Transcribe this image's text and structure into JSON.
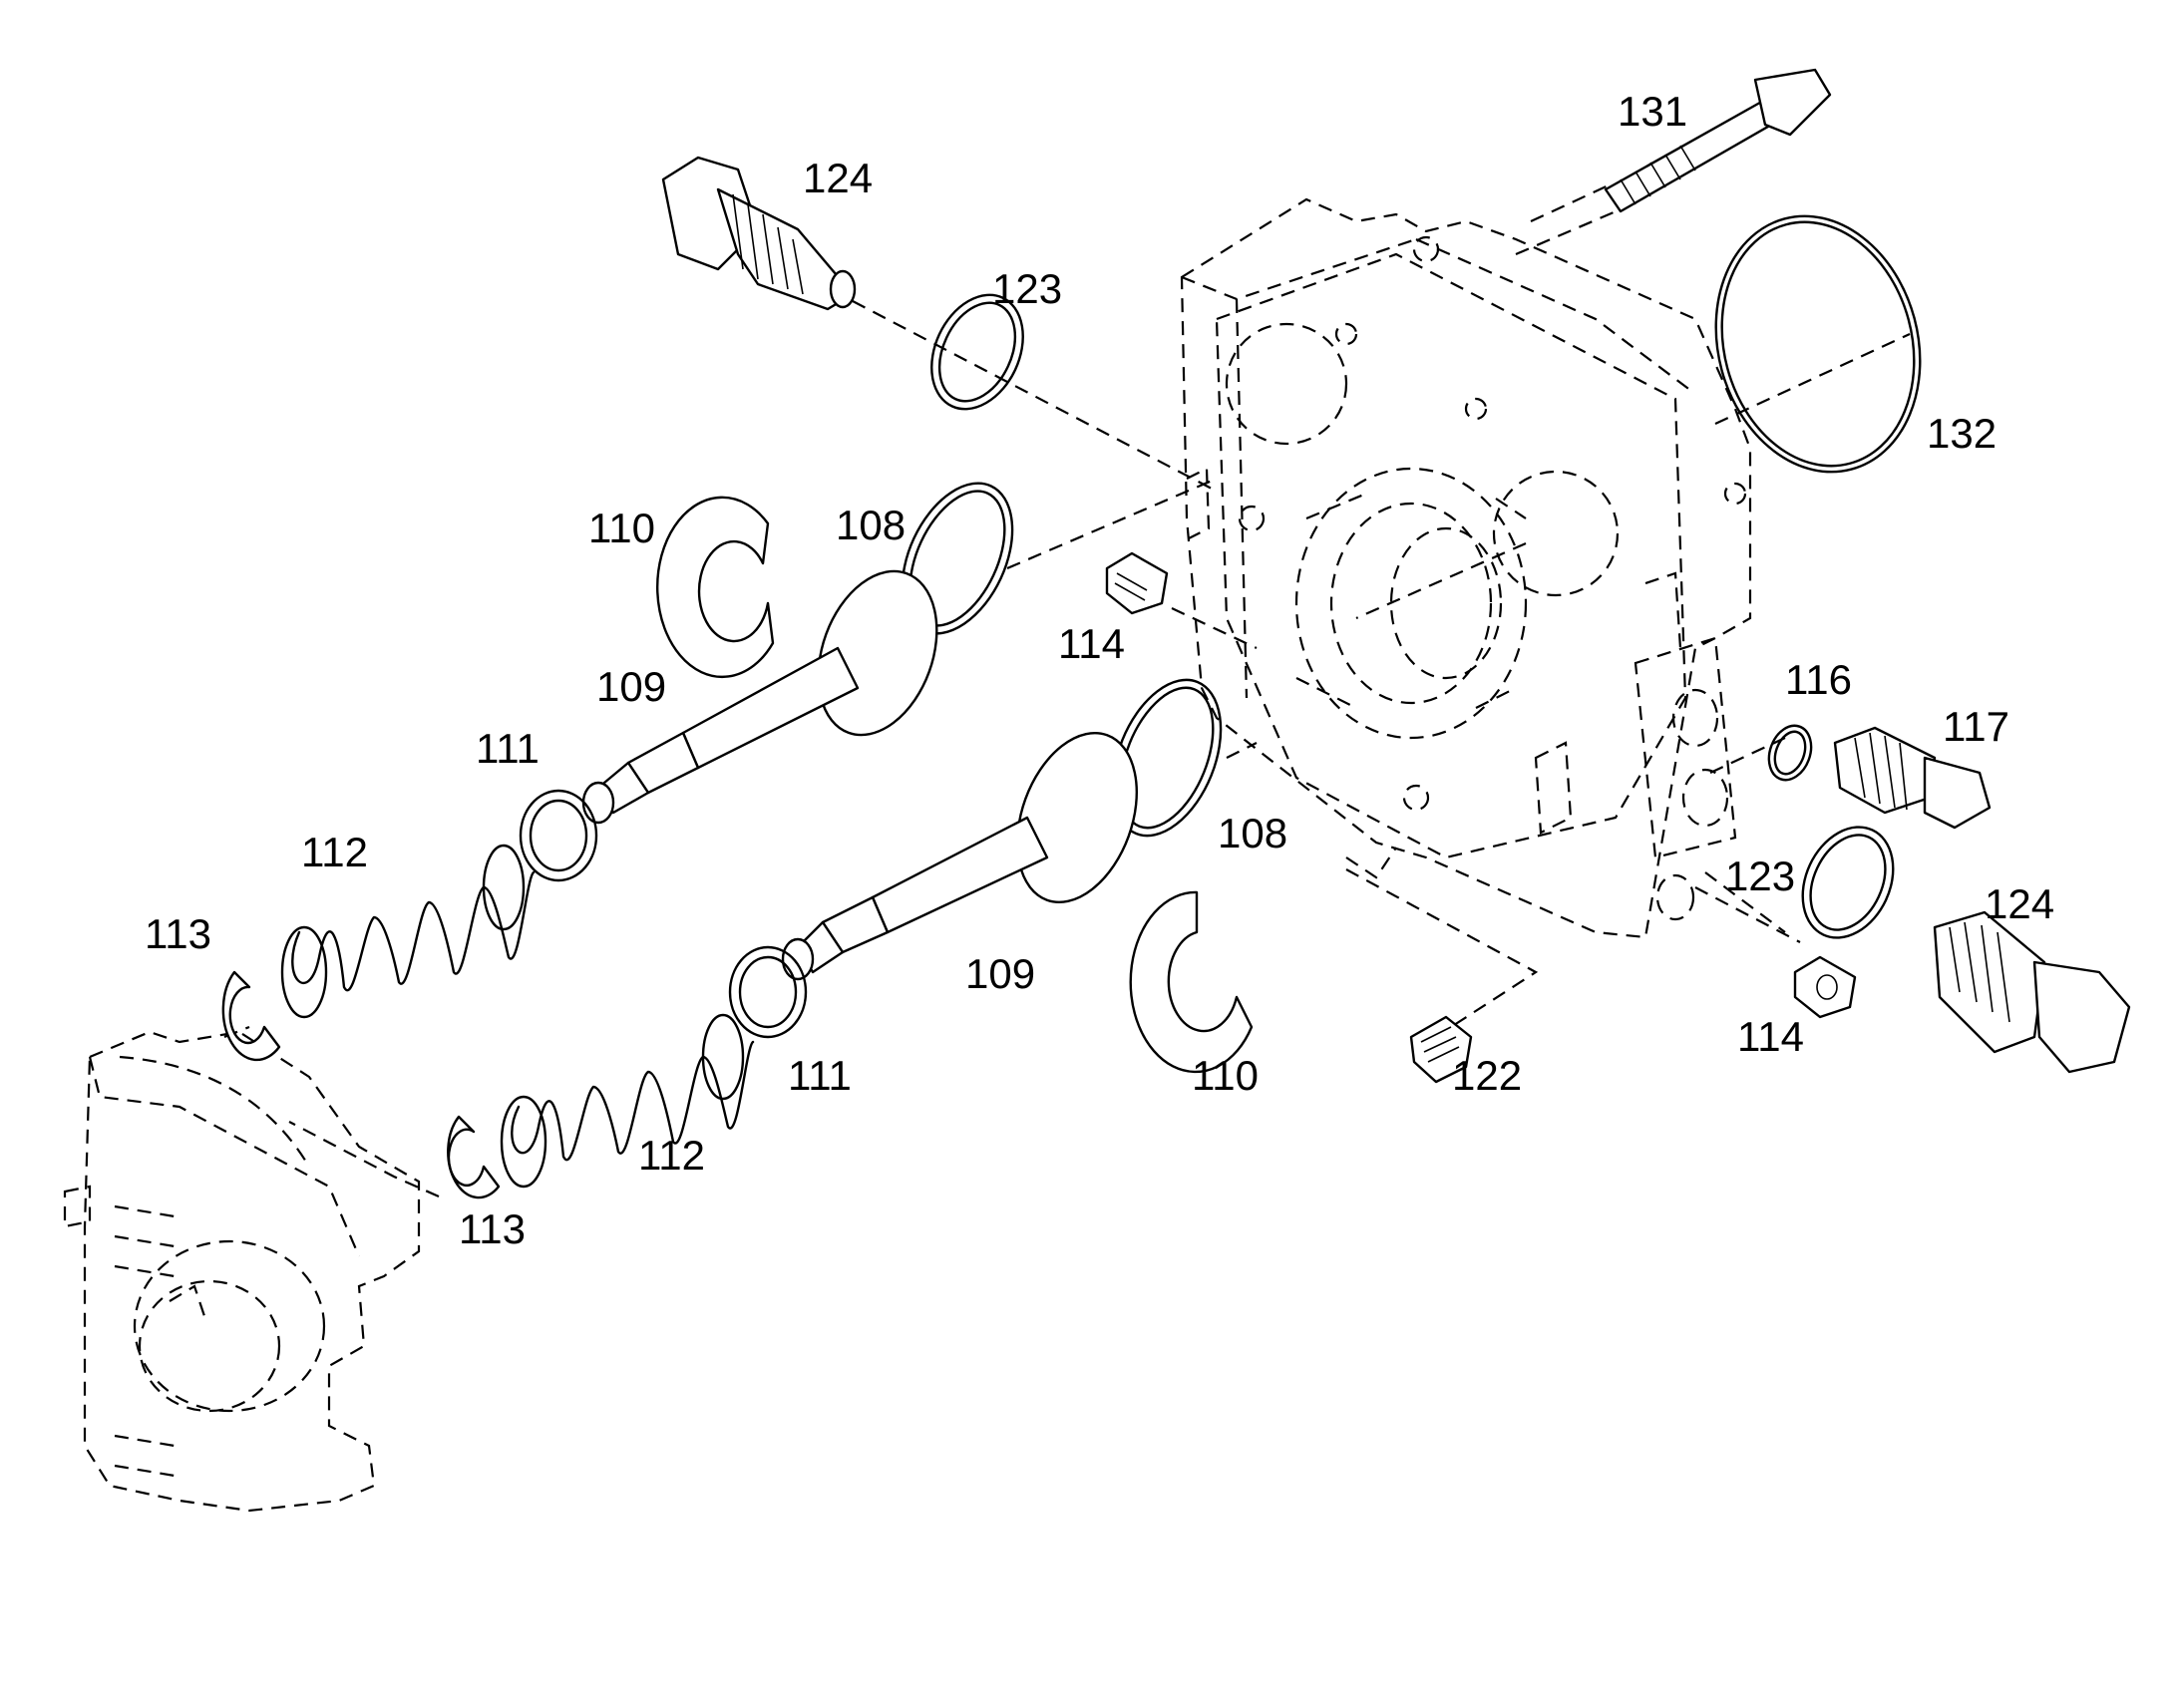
{
  "labels": {
    "l131": "131",
    "l124a": "124",
    "l123a": "123",
    "l132": "132",
    "l110a": "110",
    "l108a": "108",
    "l114a": "114",
    "l109a": "109",
    "l111a": "111",
    "l112a": "112",
    "l113a": "113",
    "l108b": "108",
    "l116": "116",
    "l117": "117",
    "l123b": "123",
    "l124b": "124",
    "l109b": "109",
    "l111b": "111",
    "l110b": "110",
    "l122": "122",
    "l114b": "114",
    "l112b": "112",
    "l113b": "113"
  }
}
